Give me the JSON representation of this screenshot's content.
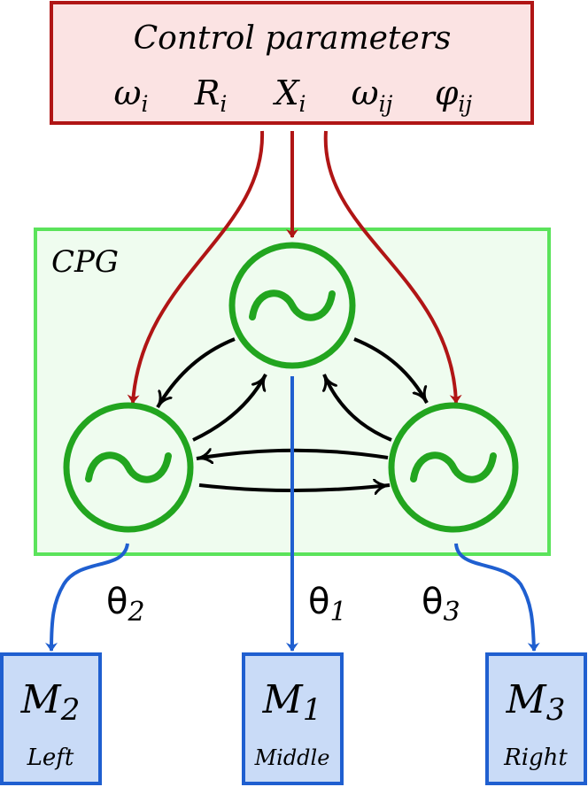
{
  "control": {
    "title": "Control parameters",
    "params": [
      {
        "sym": "ω",
        "sub": "i"
      },
      {
        "sym": "R",
        "sub": "i"
      },
      {
        "sym": "X",
        "sub": "i"
      },
      {
        "sym": "ω",
        "sub": "ij"
      },
      {
        "sym": "φ",
        "sub": "ij"
      }
    ]
  },
  "cpg": {
    "label": "CPG"
  },
  "oscillators": [
    {
      "id": "middle",
      "theta_sym": "θ",
      "theta_sub": "1"
    },
    {
      "id": "left",
      "theta_sym": "θ",
      "theta_sub": "2"
    },
    {
      "id": "right",
      "theta_sym": "θ",
      "theta_sub": "3"
    }
  ],
  "motors": [
    {
      "id": "left",
      "name": "M",
      "num": "2",
      "label": "Left"
    },
    {
      "id": "middle",
      "name": "M",
      "num": "1",
      "label": "Middle"
    },
    {
      "id": "right",
      "name": "M",
      "num": "3",
      "label": "Right"
    }
  ],
  "colors": {
    "control_border": "#b01515",
    "control_fill": "#fbe3e3",
    "cpg_border": "#5be35b",
    "cpg_fill": "#effcef",
    "oscillator": "#22a51f",
    "motor_border": "#1f5fd0",
    "motor_fill": "#c9dbf7",
    "red_arrow": "#b01515",
    "blue_arrow": "#1f5fd0",
    "coupling": "#000000"
  }
}
